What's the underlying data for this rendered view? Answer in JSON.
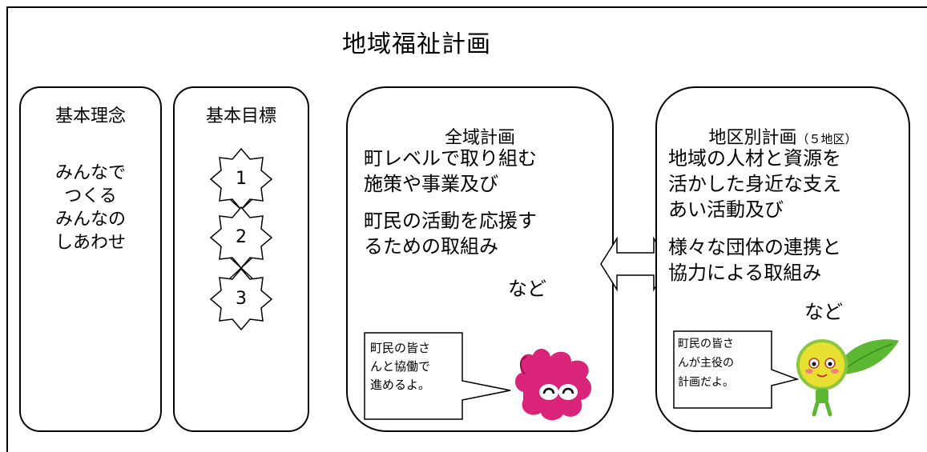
{
  "title": "地域福祉計画",
  "columns": {
    "philosophy": {
      "header": "基本理念",
      "lines": [
        "みんなで",
        "つくる",
        "みんなの",
        "しあわせ"
      ]
    },
    "goals": {
      "header": "基本目標",
      "items": [
        "1",
        "2",
        "3"
      ]
    },
    "town_plan": {
      "header": "全域計画",
      "para1": [
        "町レベルで取り組む",
        "施策や事業及び"
      ],
      "para2": [
        "町民の活動を応援す",
        "るための取組み"
      ],
      "suffix": "など",
      "bubble": [
        "町民の皆さ",
        "んと協働で",
        "進めるよ。"
      ]
    },
    "district_plan": {
      "header_main": "地区別計画",
      "header_note": "（５地区）",
      "para1": [
        "地域の人材と資源を",
        "活かした身近な支え",
        "あい活動及び"
      ],
      "para2": [
        "様々な団体の連携と",
        "協力による取組み"
      ],
      "suffix": "など",
      "bubble": [
        "町民の皆さ",
        "んが主役の",
        "計画だよ。"
      ]
    }
  },
  "colors": {
    "mascot_pink": "#d9247a",
    "mascot_yellow": "#e8e030",
    "mascot_green": "#5cb833",
    "line": "#000000"
  },
  "icons": {
    "arrow": "double-headed-arrow",
    "goal_marker": "eight-point-star",
    "mascot_left": "pink-mascot",
    "mascot_right": "leaf-mascot"
  }
}
